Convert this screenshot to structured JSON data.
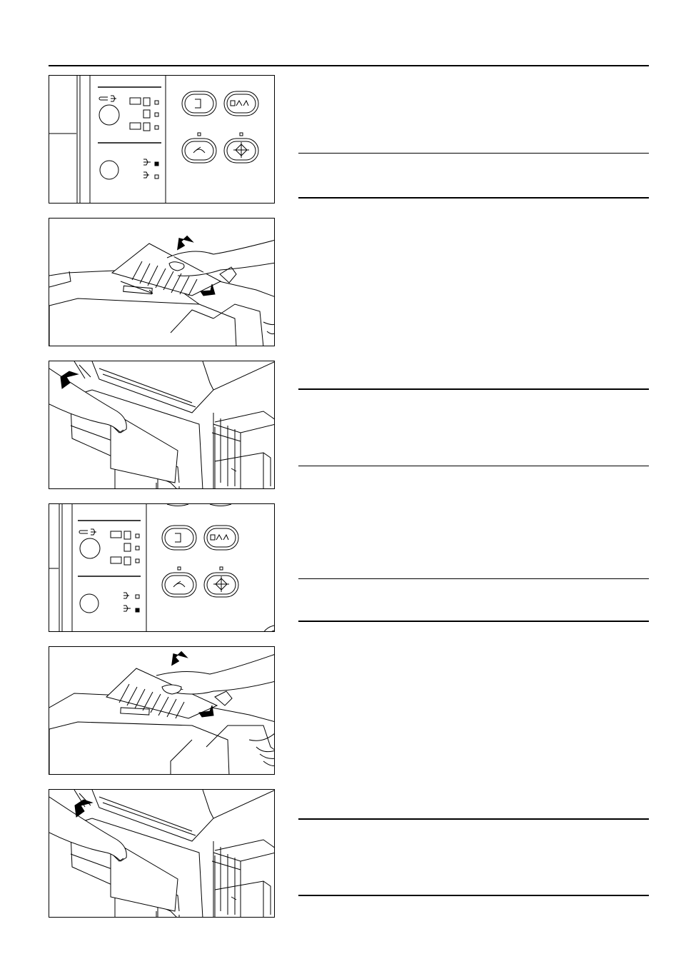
{
  "page": {
    "figures": [
      {
        "name": "operation-panel-figure-1",
        "icon": "control-panel-illustration"
      },
      {
        "name": "original-insertion-figure-1",
        "icon": "hand-inserting-originals-illustration"
      },
      {
        "name": "copy-removal-figure-1",
        "icon": "hand-removing-copies-illustration"
      },
      {
        "name": "operation-panel-figure-2",
        "icon": "control-panel-illustration"
      },
      {
        "name": "original-insertion-figure-2",
        "icon": "hand-inserting-originals-illustration"
      },
      {
        "name": "copy-removal-figure-2",
        "icon": "hand-removing-copies-illustration"
      }
    ]
  }
}
